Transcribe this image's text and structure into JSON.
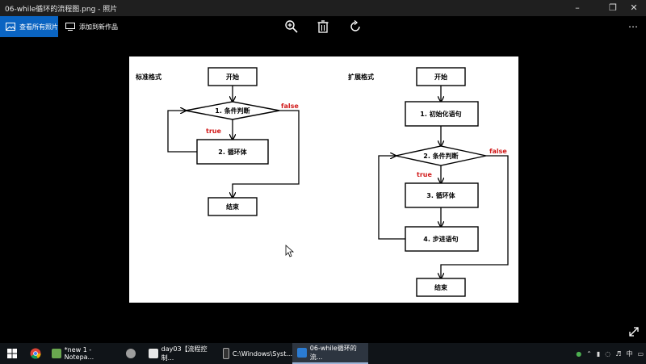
{
  "window": {
    "title": "06-while循环的流程图.png - 照片"
  },
  "toolbar": {
    "view_all_label": "查看所有照片",
    "add_to_creation_label": "添加到新作品"
  },
  "diagram": {
    "left": {
      "heading": "标准格式",
      "start": "开始",
      "condition": "1. 条件判断",
      "true_label": "true",
      "false_label": "false",
      "body": "2. 循环体",
      "end": "结束"
    },
    "right": {
      "heading": "扩展格式",
      "start": "开始",
      "init": "1. 初始化语句",
      "condition": "2. 条件判断",
      "true_label": "true",
      "false_label": "false",
      "body": "3. 循环体",
      "step": "4. 步进语句",
      "end": "结束"
    }
  },
  "taskbar": {
    "items": [
      {
        "label": "*new 1 - Notepa..."
      },
      {
        "label": "day03【流程控制..."
      },
      {
        "label": "C:\\Windows\\Syst..."
      },
      {
        "label": "06-while循环的流..."
      }
    ],
    "ime": "中"
  },
  "colors": {
    "accent": "#0a64c2",
    "false_text": "#d11a1a"
  }
}
